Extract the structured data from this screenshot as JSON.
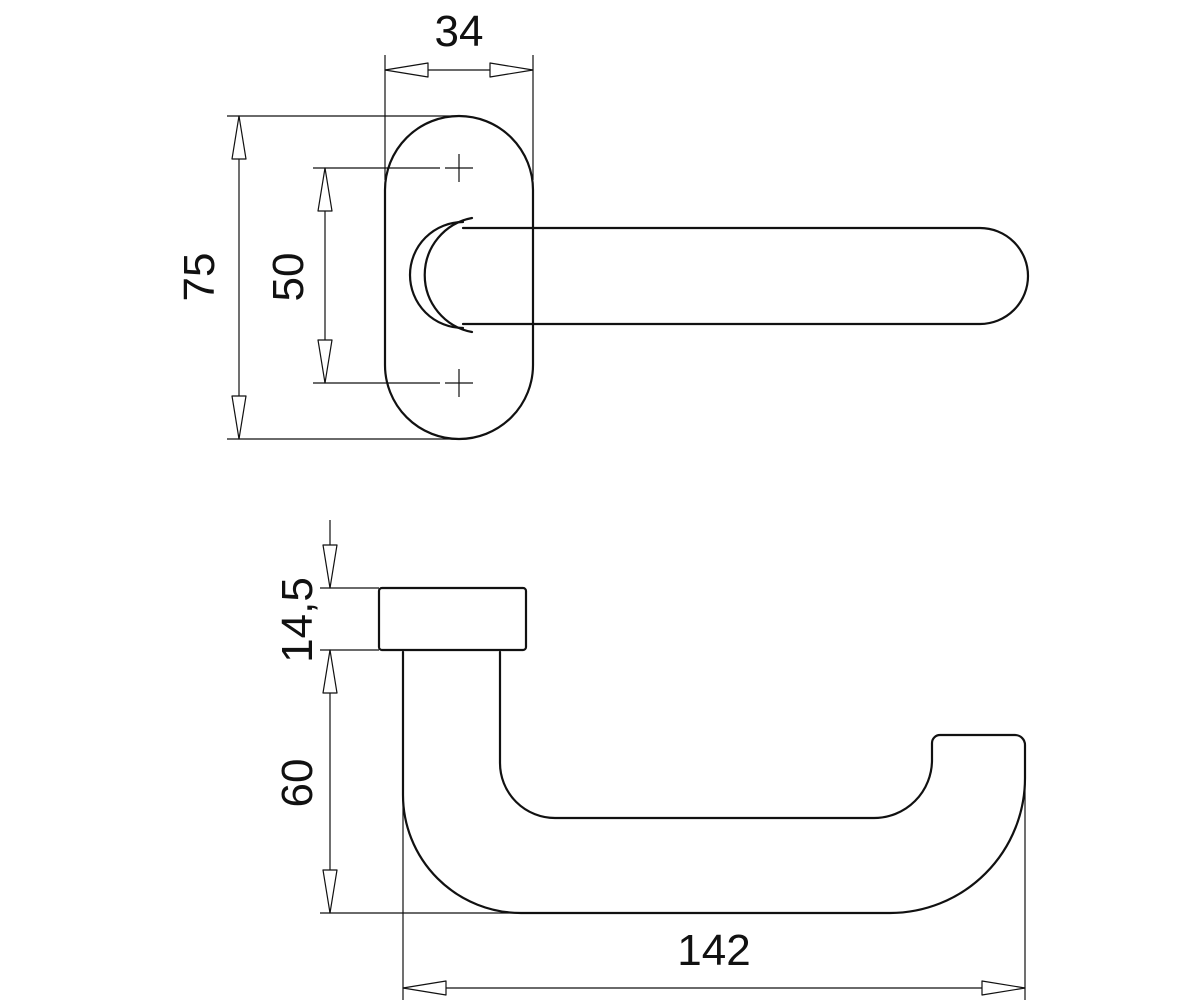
{
  "dimensions": {
    "plate_width": "34",
    "plate_height": "75",
    "screw_spacing": "50",
    "rose_thickness": "14,5",
    "lever_height": "60",
    "lever_length": "142"
  }
}
